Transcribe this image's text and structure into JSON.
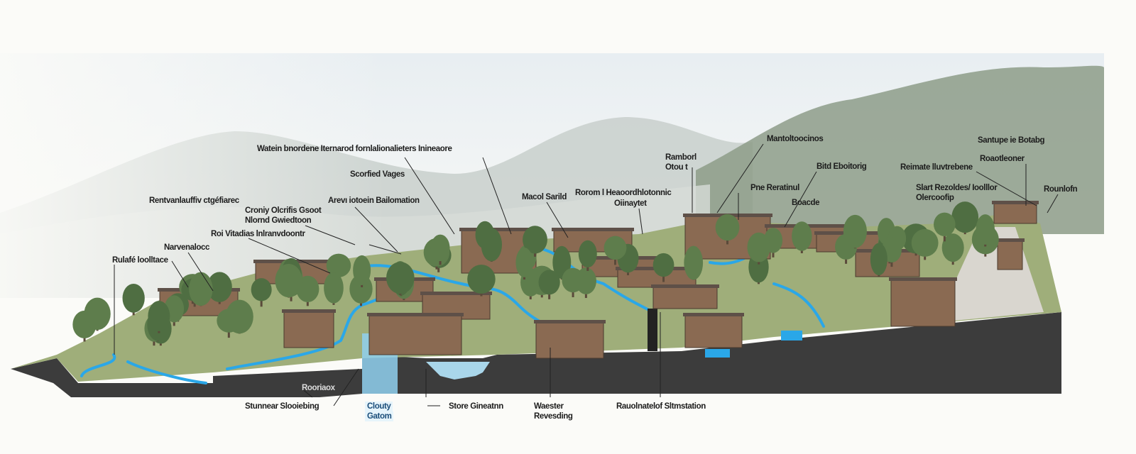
{
  "colors": {
    "water": "#2aa7e8",
    "ground": "#3a3a3a",
    "sky": "#eef2f4",
    "tree": "#4f6e42",
    "timber": "#8a6a52"
  },
  "labels": [
    {
      "text": "Watein bnordene Iternarod fornlalionalieters Inineaore"
    },
    {
      "text": "Scorfied Vages"
    },
    {
      "text": "Rentvanlauffiv ctgéfiarec"
    },
    {
      "text": "Arevı iotoein Bailomation"
    },
    {
      "text": "Croniy Olcrifis Gsoot"
    },
    {
      "text": "Nlornd Gwiedtoon"
    },
    {
      "text": "Roi Vitadias lnlranvdoontr"
    },
    {
      "text": "Narvenalocc"
    },
    {
      "text": "Rulafé loolltace"
    },
    {
      "text": "Macol Sarild"
    },
    {
      "text": "Rorom l Heaoordhlotonnic"
    },
    {
      "text": "Oiinaytet"
    },
    {
      "text": "Ramborl"
    },
    {
      "text": "Otou t"
    },
    {
      "text": "Mantoltoocinos"
    },
    {
      "text": "Pne Reratinul"
    },
    {
      "text": "Bitd Eboitorig"
    },
    {
      "text": "Boacde"
    },
    {
      "text": "Santupe ie Botabg"
    },
    {
      "text": "Roaotleoner"
    },
    {
      "text": "Reimate lluvtrebene"
    },
    {
      "text": "Slart Rezoldes/ Ioolllor"
    },
    {
      "text": "Olercoofip"
    },
    {
      "text": "Rounlofn"
    },
    {
      "text": "Rooriaox"
    },
    {
      "text": "Stunnear Slooiebing"
    },
    {
      "text": "Clouty"
    },
    {
      "text": "Gatom"
    },
    {
      "text": "Store Gineatnn"
    },
    {
      "text": "Waester"
    },
    {
      "text": "Revesding"
    },
    {
      "text": "Rauolnatelof Sltmstation"
    }
  ]
}
